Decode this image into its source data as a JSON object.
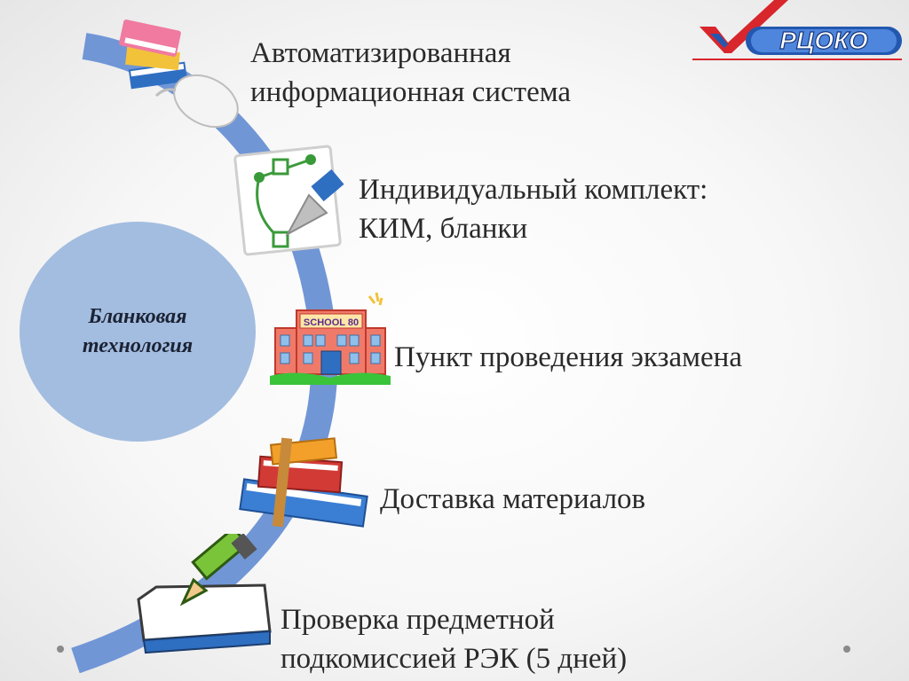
{
  "logo": {
    "text": "РЦОКО"
  },
  "center": {
    "label": "Бланковая\nтехнология"
  },
  "items": [
    {
      "label": "Автоматизированная\nинформационная система",
      "icon": "books-and-mouse-icon"
    },
    {
      "label": "Индивидуальный комплект:\nКИМ, бланки",
      "icon": "vector-pen-tool-icon"
    },
    {
      "label": "Пункт проведения экзамена",
      "icon": "school-building-icon"
    },
    {
      "label": "Доставка материалов",
      "icon": "book-stack-icon"
    },
    {
      "label": "Проверка предметной\nподкомиссией РЭК (5 дней)",
      "icon": "pencil-on-notepad-icon"
    }
  ],
  "school_sign": "SCHOOL 80",
  "colors": {
    "arc": "#7096d6",
    "circle": "#a3bde0",
    "logo_red": "#d8262d",
    "logo_blue": "#2358b0"
  }
}
